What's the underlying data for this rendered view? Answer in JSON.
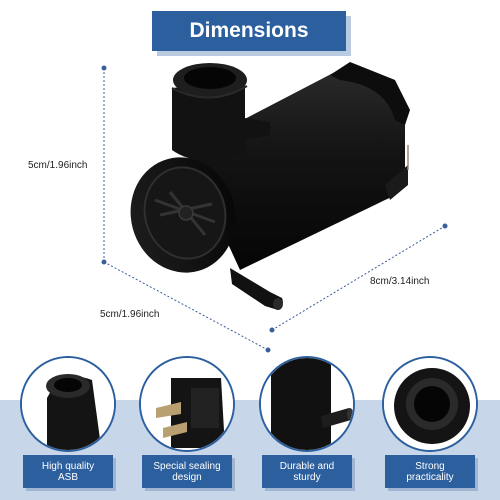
{
  "title": "Dimensions",
  "dimensions": {
    "height": "5cm/1.96inch",
    "width": "5cm/1.96inch",
    "length": "8cm/3.14inch"
  },
  "features": [
    {
      "label": "High quality\nASB",
      "icon": "pump-outlet-closeup"
    },
    {
      "label": "Special sealing\ndesign",
      "icon": "electrical-connector-closeup"
    },
    {
      "label": "Durable and\nsturdy",
      "icon": "nozzle-closeup"
    },
    {
      "label": "Strong\npracticality",
      "icon": "inlet-port-closeup"
    }
  ],
  "colors": {
    "accent": "#2c5f9e",
    "band": "#c7d6e8",
    "product": "#111111"
  }
}
